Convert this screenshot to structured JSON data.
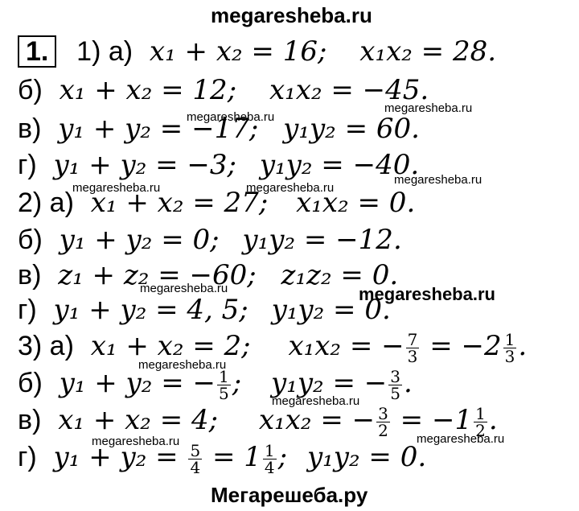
{
  "header_watermark": "megaresheba.ru",
  "footer_watermark": "Мегарешеба.ру",
  "small_watermark": "megaresheba.ru",
  "task_number": "1.",
  "lines": [
    {
      "label": "1) а)",
      "a": "x₁ + x₂ = 16;",
      "b": "x₁x₂ = 28."
    },
    {
      "label": "б)",
      "a": "x₁ + x₂ = 12;",
      "b": "x₁x₂ = −45."
    },
    {
      "label": "в)",
      "a": "y₁ + y₂ = −17;",
      "b": "y₁y₂ = 60."
    },
    {
      "label": "г)",
      "a": "y₁ + y₂ = −3;",
      "b": "y₁y₂ = −40."
    },
    {
      "label": "2) а)",
      "a": "x₁ + x₂ = 27;",
      "b": "x₁x₂ = 0."
    },
    {
      "label": "б)",
      "a": "y₁ + y₂ = 0;",
      "b": "y₁y₂ = −12."
    },
    {
      "label": "в)",
      "a": "z₁ + z₂ = −60;",
      "b": "z₁z₂ = 0."
    },
    {
      "label": "г)",
      "a": "y₁ + y₂ = 4, 5;",
      "b": "y₁y₂ = 0."
    },
    {
      "label": "3) а)",
      "a": "x₁ + x₂ = 2;",
      "b_pre": "x₁x₂ = −",
      "b_f1_num": "7",
      "b_f1_den": "3",
      "b_mid": " = −2",
      "b_f2_num": "1",
      "b_f2_den": "3",
      "b_post": "."
    },
    {
      "label": "б)",
      "a_pre": "y₁ + y₂ = −",
      "a_f_num": "1",
      "a_f_den": "5",
      "a_post": ";",
      "b_pre": "y₁y₂ = −",
      "b_f_num": "3",
      "b_f_den": "5",
      "b_post": "."
    },
    {
      "label": "в)",
      "a": "x₁ + x₂ = 4;",
      "b_pre": "x₁x₂ = −",
      "b_f1_num": "3",
      "b_f1_den": "2",
      "b_mid": " = −1",
      "b_f2_num": "1",
      "b_f2_den": "2",
      "b_post": "."
    },
    {
      "label": "г)",
      "a_pre": "y₁ + y₂ = ",
      "a_f1_num": "5",
      "a_f1_den": "4",
      "a_mid": " = 1",
      "a_f2_num": "1",
      "a_f2_den": "4",
      "a_post": ";",
      "b": "y₁y₂ = 0."
    }
  ]
}
